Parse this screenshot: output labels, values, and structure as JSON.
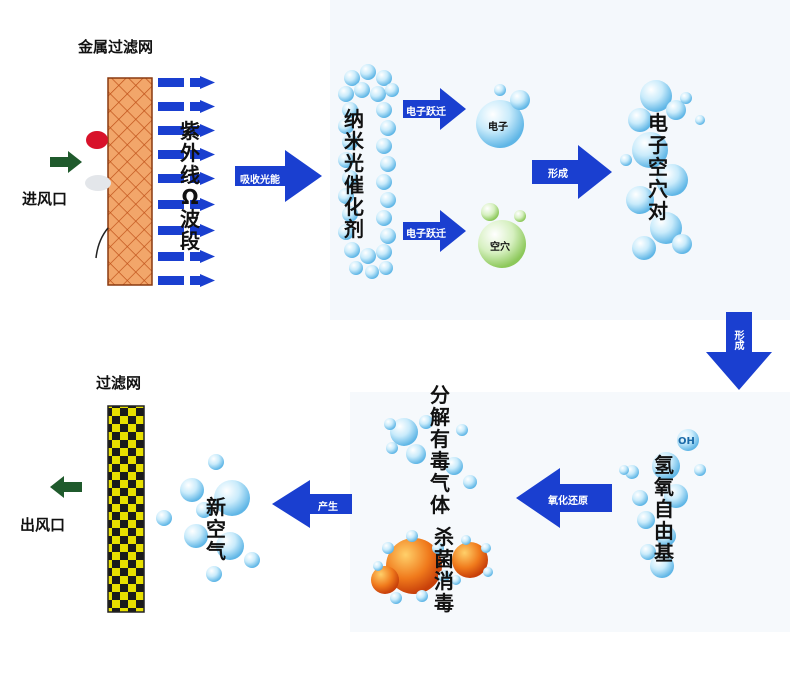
{
  "top_left": {
    "metal_filter_label": "金属过滤网",
    "inlet_label": "进风口",
    "uv_text": "紫外线Ω波段",
    "absorb_label": "吸收光能"
  },
  "catalyst": {
    "text": "纳米光催化剂",
    "jump_top_label": "电子跃迁",
    "jump_bottom_label": "电子跃迁",
    "electron_label": "电子",
    "hole_label": "空穴",
    "form_label": "形成",
    "pair_text": "电子空穴对"
  },
  "right": {
    "form_down_label": "形成",
    "radical_text": "氢氧自由基",
    "oh_label": "OH"
  },
  "bottom": {
    "redox_label": "氧化还原",
    "decompose_text": "分解有毒气体",
    "sterilize_text": "杀菌消毒",
    "produce_label": "产生",
    "fresh_air_text": "新空气",
    "filter_label": "过滤网",
    "outlet_label": "出风口"
  },
  "colors": {
    "arrow_blue": "#1a3fd0",
    "bubble_blue": "#9fd6f2",
    "filter_orange": "#f2a66a",
    "checker_yellow": "#e8e000",
    "green_arrow": "#1f5a2c"
  }
}
